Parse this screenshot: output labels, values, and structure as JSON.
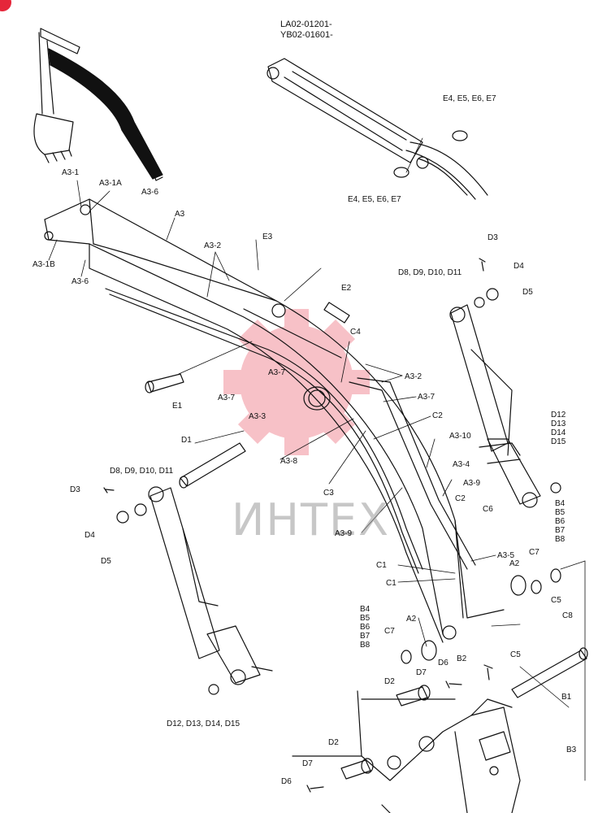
{
  "header": {
    "code_line_1": "LA02-01201-",
    "code_line_2": "YB02-01601-"
  },
  "watermark": {
    "text": "ИНТЕХ",
    "color": "#e5263a"
  },
  "labels": {
    "a3_1": "A3-1",
    "a3_1a": "A3-1A",
    "a3_6_top": "A3-6",
    "a3": "A3",
    "a3_1b": "A3-1B",
    "a3_6_left": "A3-6",
    "a3_2_top": "A3-2",
    "e3": "E3",
    "e2": "E2",
    "c4": "C4",
    "a3_2_mid": "A3-2",
    "a3_7_top": "A3-7",
    "a3_7_left": "A3-7",
    "a3_7_right": "A3-7",
    "e1": "E1",
    "a3_3": "A3-3",
    "c2_top": "C2",
    "d1": "D1",
    "a3_8": "A3-8",
    "a3_10": "A3-10",
    "a3_4": "A3-4",
    "c3": "C3",
    "a3_9_right": "A3-9",
    "a3_9_low": "A3-9",
    "c2_low": "C2",
    "c6": "C6",
    "a3_5": "A3-5",
    "c1_a": "C1",
    "c1_b": "C1",
    "a2_right": "A2",
    "c7_right": "C7",
    "c5_a": "C5",
    "c8": "C8",
    "c5_b": "C5",
    "a2_mid": "A2",
    "c7_left": "C7",
    "b2": "B2",
    "d7_top": "D7",
    "d6_top": "D6",
    "d2_top": "D2",
    "b1": "B1",
    "d2_low": "D2",
    "d7_low": "D7",
    "d6_low": "D6",
    "b3": "B3",
    "e4_top": "E4, E5, E6, E7",
    "e4_low": "E4, E5, E6, E7",
    "d3_right": "D3",
    "d8_right": "D8, D9, D10, D11",
    "d4_right": "D4",
    "d5_right": "D5",
    "d8_left": "D8, D9, D10, D11",
    "d3_left": "D3",
    "d4_left": "D4",
    "d5_left": "D5",
    "d12_bottom": "D12, D13, D14, D15"
  },
  "stacks": {
    "d12_right": [
      "D12",
      "D13",
      "D14",
      "D15"
    ],
    "b4_right": [
      "B4",
      "B5",
      "B6",
      "B7",
      "B8"
    ],
    "b4_left": [
      "B4",
      "B5",
      "B6",
      "B7",
      "B8"
    ]
  }
}
